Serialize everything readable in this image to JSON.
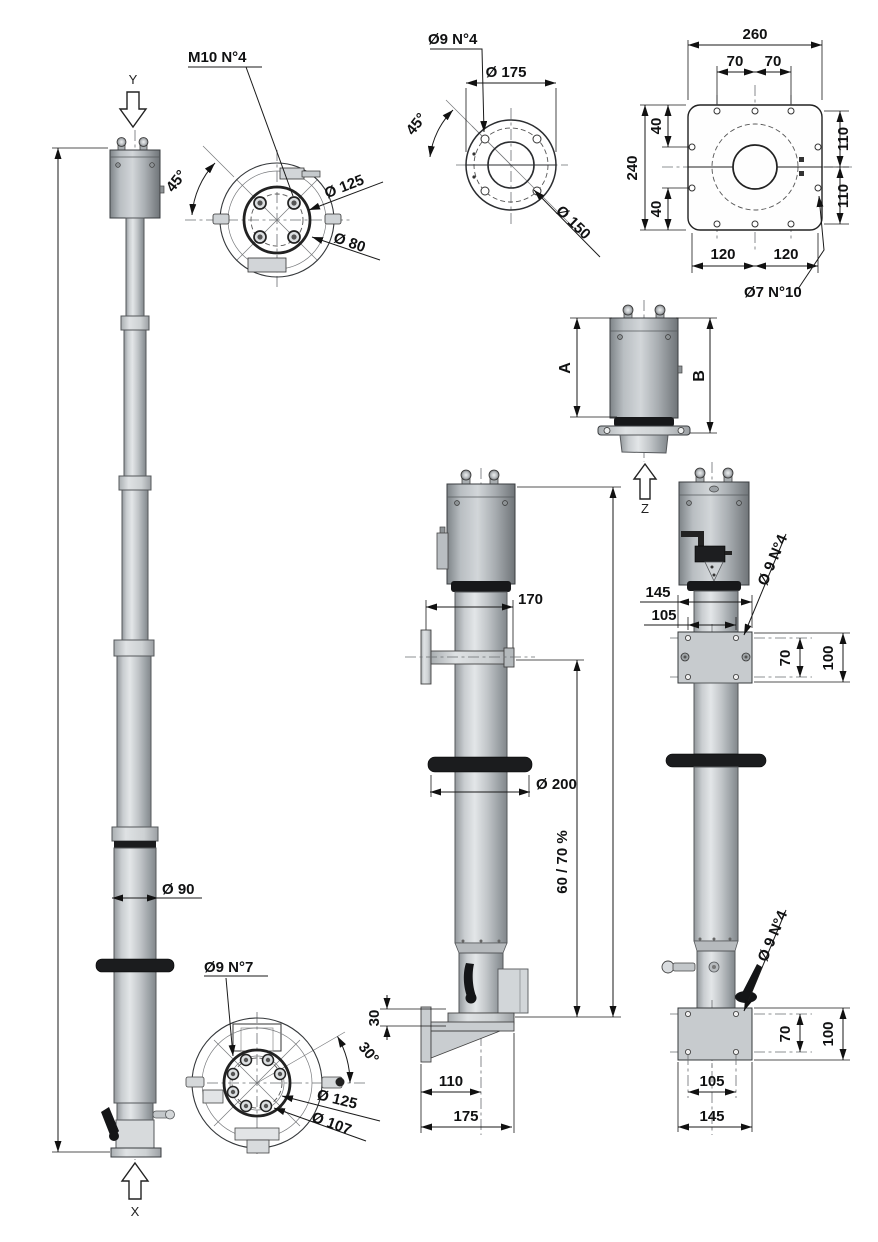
{
  "views": {
    "left_mast": {
      "axis_top": "Y",
      "axis_bottom": "X",
      "tube_dia": "Ø 90"
    },
    "head_flange_top": {
      "label": "M10 N°4",
      "angle": "45°",
      "dia_outer": "Ø 125",
      "dia_inner": "Ø 80"
    },
    "top_flange": {
      "label": "Ø9 N°4",
      "dia_bolt": "Ø 175",
      "angle": "45°",
      "dia_outer": "Ø 150"
    },
    "wall_plate": {
      "width": "260",
      "top_left": "70",
      "top_right": "70",
      "height": "240",
      "left_top": "40",
      "left_bottom": "40",
      "right_top": "110",
      "right_bottom": "110",
      "bottom_left": "120",
      "bottom_right": "120",
      "holes": "Ø7 N°10"
    },
    "head_detail": {
      "dim_a": "A",
      "dim_b": "B",
      "axis": "Z"
    },
    "center_mast": {
      "bracket_offset": "170",
      "collar_dia": "Ø 200",
      "overlap": "60 / 70 %",
      "base_height": "30",
      "base_offset": "110",
      "base_width": "175"
    },
    "right_mast": {
      "plate_top_width": "145",
      "plate_top_holes": "105",
      "holes_top": "Ø 9 N°4",
      "top_hole_spacing": "70",
      "top_plate_height": "100",
      "holes_bottom": "Ø 9 N°4",
      "bottom_hole_spacing": "70",
      "bottom_plate_height": "100",
      "plate_bottom_holes": "105",
      "plate_bottom_width": "145"
    },
    "base_flange": {
      "label": "Ø9 N°7",
      "angle": "30°",
      "dia_bolt": "Ø 125",
      "dia_inner": "Ø 107"
    }
  },
  "colors": {
    "line": "#1a1a1a",
    "metal_light": "#d5d9db",
    "metal_dark": "#84898d",
    "seal_black": "#1b1c1e"
  }
}
